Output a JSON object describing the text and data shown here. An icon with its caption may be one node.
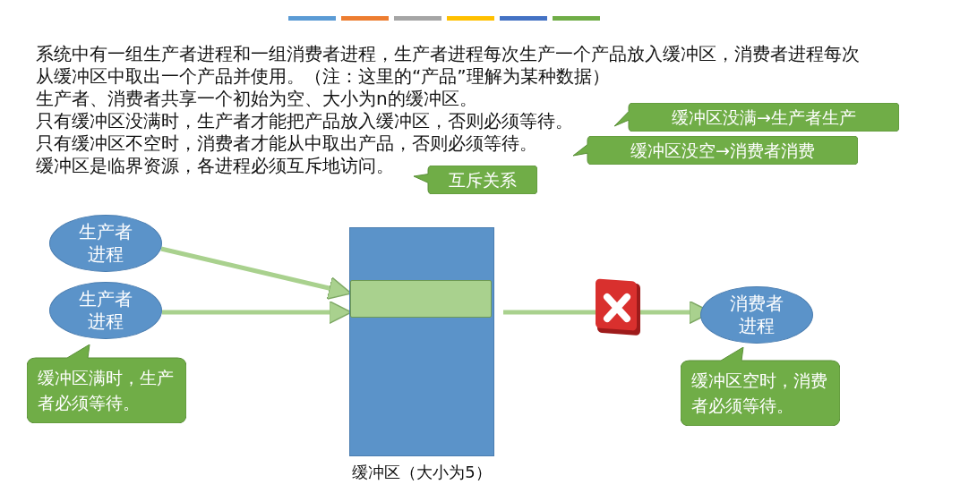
{
  "diagram": {
    "nodes": [
      {
        "text": [
          "生产者进程"
        ]
      },
      {
        "text": [
          "生产者进程"
        ]
      },
      {
        "text": [
          "缓冲区（大小为5）"
        ]
      },
      {
        "text": [],
        "shape": "bar",
        "in": 2
      },
      {
        "text": [
          "消费者进程"
        ]
      },
      {
        "text": [
          "缓冲区满时，生产者必须等待。"
        ]
      },
      {
        "text": [
          "缓冲区空时，消费者必须等待。"
        ]
      },
      {
        "text": [
          "缓冲区没满→生产者生产"
        ]
      },
      {
        "text": [
          "缓冲区没空→消费者消费"
        ]
      },
      {
        "text": [
          "互斥关系"
        ]
      }
    ],
    "edges": [
      {
        "from": 0,
        "to": 2,
        "arrow": "to"
      },
      {
        "from": 1,
        "to": 2,
        "arrow": "to"
      },
      {
        "from": 2,
        "to": 4,
        "arrow": "to"
      }
    ],
    "labels": [
      "系统中有一组生产者进程和一组消费者进程，生产者进程每次生产一个产品放入缓冲区，消费者进程每次从缓冲区中取出一个产品并使用。（注：这里的“产品”理解为某种数据）",
      "生产者、消费者共享一个初始为空、大小为n的缓冲区。",
      "只有缓冲区没满时，生产者才能把产品放入缓冲区，否则必须等待。",
      "只有缓冲区不空时，消费者才能从中取出产品，否则必须等待。",
      "缓冲区是临界资源，各进程必须互斥地访问。"
    ]
  }
}
